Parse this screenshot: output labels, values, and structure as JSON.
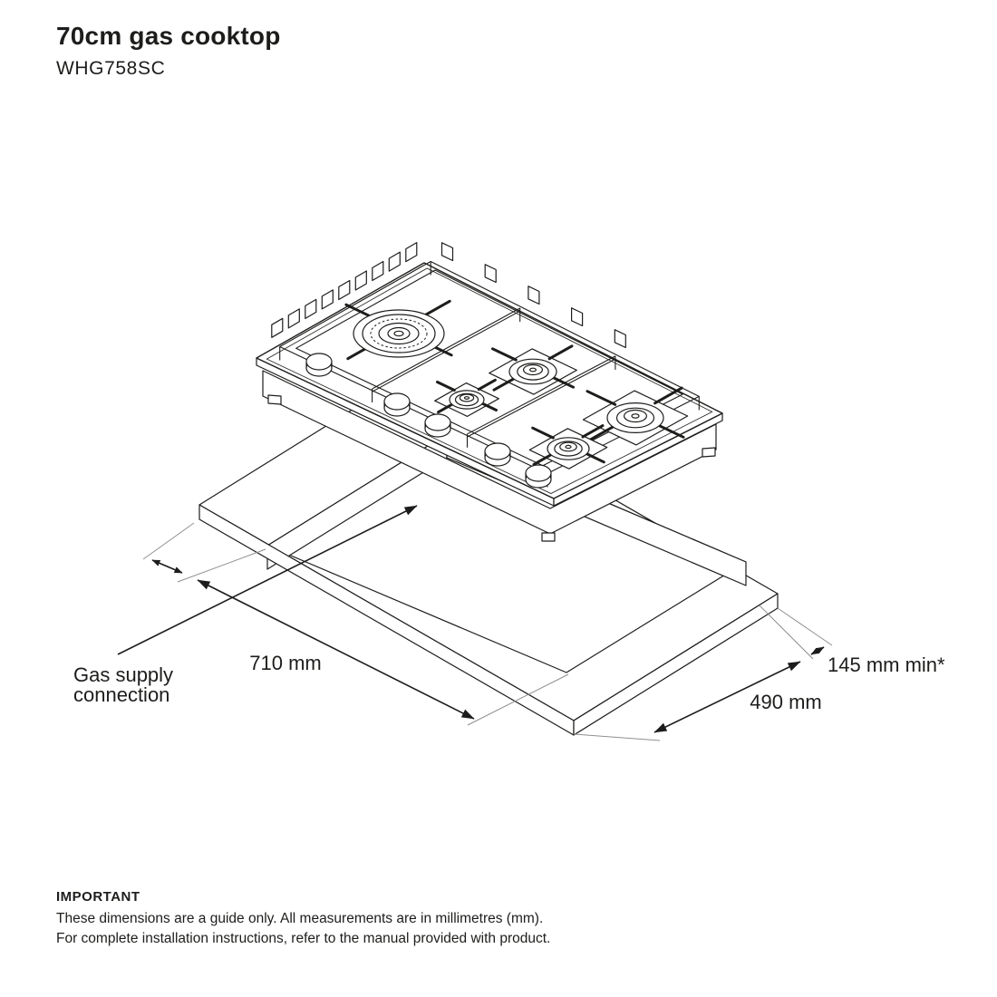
{
  "header": {
    "title": "70cm gas cooktop",
    "model": "WHG758SC"
  },
  "diagram": {
    "labels": {
      "cutout_width": "710 mm",
      "cutout_depth": "490 mm",
      "clearance": "145 mm min*",
      "gas_supply": "Gas supply connection"
    },
    "line_color": "#1d1d1b",
    "background": "#ffffff"
  },
  "footer": {
    "heading": "IMPORTANT",
    "line1": "These dimensions are a guide only. All measurements are in millimetres (mm).",
    "line2": "For complete installation instructions, refer to the manual provided with product."
  }
}
